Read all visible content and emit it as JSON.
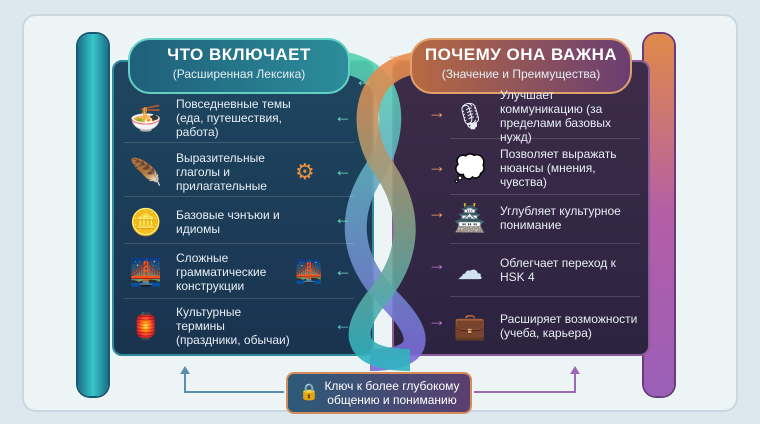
{
  "left": {
    "title": "ЧТО ВКЛЮЧАЕТ",
    "subtitle": "(Расширенная Лексика)",
    "items": [
      {
        "icon": "noodle-bowl-icon",
        "glyph": "🍜",
        "text": "Повседневные темы (еда, путешествия, работа)"
      },
      {
        "icon": "feather-pen-icon",
        "glyph": "🪶",
        "text": "Выразительные глаголы и прилагательные",
        "side_icon": "gears-icon",
        "side_glyph": "⚙"
      },
      {
        "icon": "coins-icon",
        "glyph": "🪙",
        "text": "Базовые чэнъюи и идиомы"
      },
      {
        "icon": "bridge-icon",
        "glyph": "🌉",
        "text": "Сложные грамматические конструкции",
        "side_icon": "bridge-icon",
        "side_glyph": "🌉"
      },
      {
        "icon": "lantern-icon",
        "glyph": "🏮",
        "text": "Культурные термины (праздники, обычаи)"
      }
    ]
  },
  "right": {
    "title": "ПОЧЕМУ ОНА ВАЖНА",
    "subtitle": "(Значение и Преимущества)",
    "items": [
      {
        "icon": "microphone-chat-icon",
        "glyph": "🎙",
        "text": "Улучшает коммуникацию (за пределами базовых нужд)"
      },
      {
        "icon": "person-thought-icon",
        "glyph": "💭",
        "text": "Позволяет выражать нюансы (мнения, чувства)"
      },
      {
        "icon": "pagoda-icon",
        "glyph": "🏯",
        "text": "Углубляет культурное понимание"
      },
      {
        "icon": "cloud-ladder-icon",
        "glyph": "☁",
        "text": "Облегчает переход к HSK 4"
      },
      {
        "icon": "certificate-briefcase-icon",
        "glyph": "💼",
        "text": "Расширяет возможности (учеба, карьера)"
      }
    ]
  },
  "key": {
    "text": "Ключ к более глубокому общению и пониманию",
    "icon": "lock-icon",
    "glyph": "🔒"
  },
  "colors": {
    "left_accent": "#39c6c9",
    "right_accent": "#e08a4a",
    "purple": "#a86cc4"
  }
}
